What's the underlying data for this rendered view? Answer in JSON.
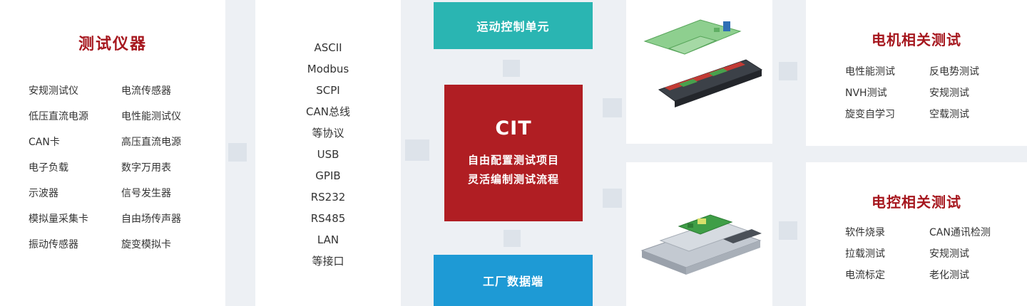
{
  "colors": {
    "background": "#edf0f4",
    "card": "#ffffff",
    "title_red": "#a6171e",
    "cit_red": "#b01e23",
    "teal": "#2ab5b2",
    "blue": "#1e9ad5",
    "connector_gray": "#dde3ea",
    "body_text": "#333333"
  },
  "instruments": {
    "title": "测试仪器",
    "col1": [
      "安规测试仪",
      "低压直流电源",
      "CAN卡",
      "电子负载",
      "示波器",
      "模拟量采集卡",
      "振动传感器"
    ],
    "col2": [
      "电流传感器",
      "电性能测试仪",
      "高压直流电源",
      "数字万用表",
      "信号发生器",
      "自由场传声器",
      "旋变模拟卡"
    ]
  },
  "protocols": {
    "items": [
      "ASCII",
      "Modbus",
      "SCPI",
      "CAN总线",
      "等协议",
      "USB",
      "GPIB",
      "RS232",
      "RS485",
      "LAN",
      "等接口"
    ]
  },
  "center": {
    "top_label": "运动控制单元",
    "cit_title": "CIT",
    "cit_line1": "自由配置测试项目",
    "cit_line2": "灵活编制测试流程",
    "bottom_label": "工厂数据端"
  },
  "images": {
    "top": "motor-test-rig-render",
    "bottom": "controller-test-rig-render"
  },
  "motor_tests": {
    "title": "电机相关测试",
    "col1": [
      "电性能测试",
      "NVH测试",
      "旋变自学习"
    ],
    "col2": [
      "反电势测试",
      "安规测试",
      "空载测试"
    ]
  },
  "controller_tests": {
    "title": "电控相关测试",
    "col1": [
      "软件烧录",
      "拉载测试",
      "电流标定"
    ],
    "col2": [
      "CAN通讯检测",
      "安规测试",
      "老化测试"
    ]
  }
}
